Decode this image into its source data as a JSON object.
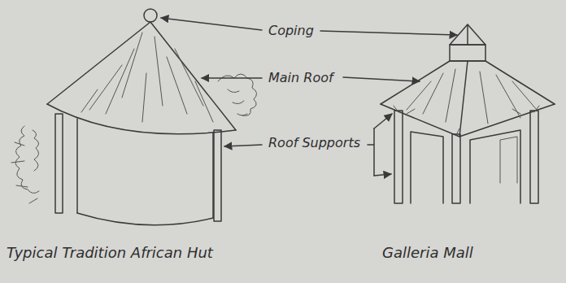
{
  "diagram": {
    "labels": [
      "Coping",
      "Main Roof",
      "Roof Supports",
      "Typical Tradition African Hut",
      "Galleria Mall"
    ]
  }
}
